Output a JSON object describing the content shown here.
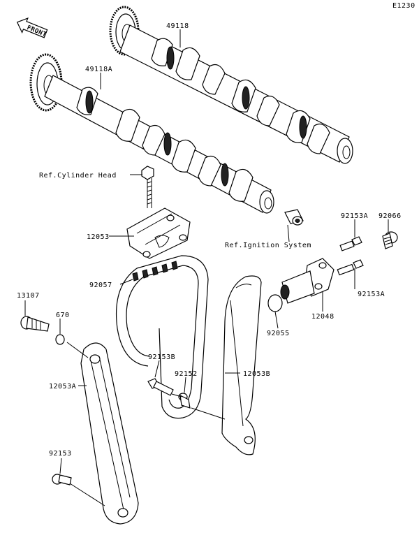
{
  "diagram_code": "E1230",
  "front_arrow_label": "FRONT",
  "callouts": {
    "p49118": "49118",
    "p49118A": "49118A",
    "ref_cylinder_head": "Ref.Cylinder Head",
    "p12053": "12053",
    "ref_ignition": "Ref.Ignition System",
    "p92153A_top": "92153A",
    "p92066": "92066",
    "p92057": "92057",
    "p92153A_bottom": "92153A",
    "p12048": "12048",
    "p92055": "92055",
    "p13107": "13107",
    "p670": "670",
    "p92153B": "92153B",
    "p92152": "92152",
    "p12053B": "12053B",
    "p12053A": "12053A",
    "p92153": "92153"
  }
}
